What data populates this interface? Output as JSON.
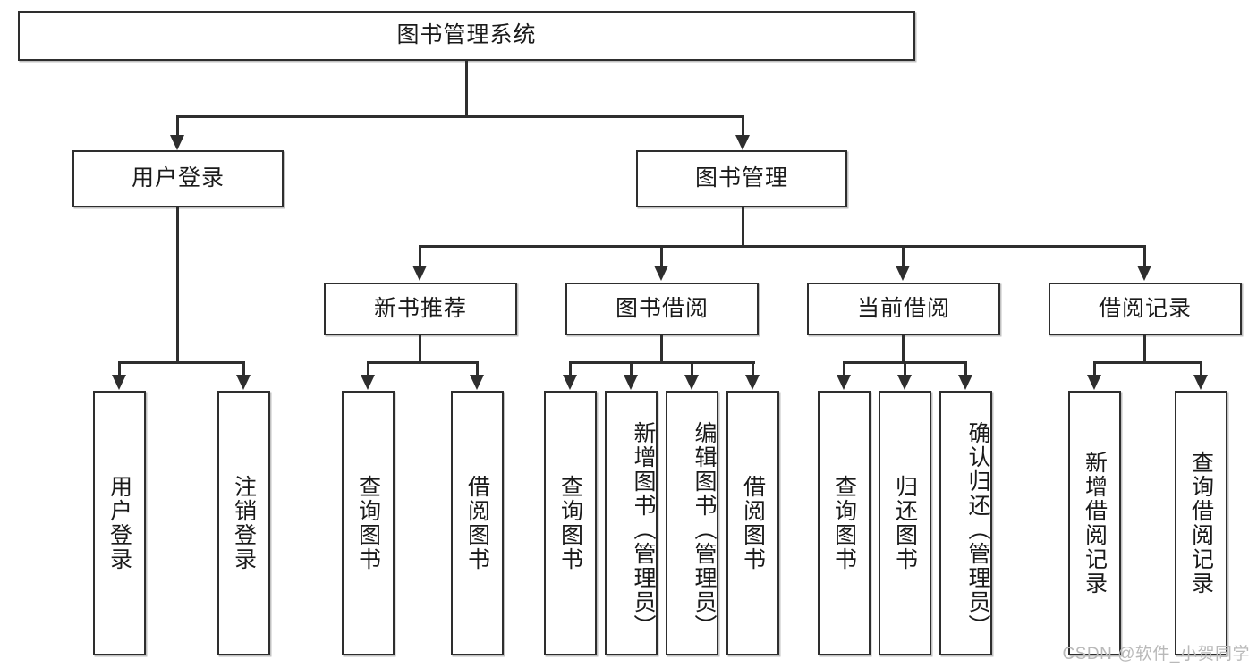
{
  "diagram": {
    "type": "tree-hierarchy",
    "title": "图书管理系统",
    "root": {
      "id": "root",
      "label": "图书管理系统",
      "orientation": "horizontal"
    },
    "level2": [
      {
        "id": "user-login",
        "label": "用户登录",
        "orientation": "horizontal"
      },
      {
        "id": "book-management",
        "label": "图书管理",
        "orientation": "horizontal"
      }
    ],
    "level3": [
      {
        "id": "new-book-recommend",
        "label": "新书推荐",
        "orientation": "horizontal",
        "parent": "book-management"
      },
      {
        "id": "book-borrow",
        "label": "图书借阅",
        "orientation": "horizontal",
        "parent": "book-management"
      },
      {
        "id": "current-borrow",
        "label": "当前借阅",
        "orientation": "horizontal",
        "parent": "book-management"
      },
      {
        "id": "borrow-record",
        "label": "借阅记录",
        "orientation": "horizontal",
        "parent": "book-management"
      }
    ],
    "leaves": [
      {
        "id": "leaf-user-login",
        "label": "用户登录",
        "orientation": "vertical",
        "parent": "user-login"
      },
      {
        "id": "leaf-user-logout",
        "label": "注销登录",
        "orientation": "vertical",
        "parent": "user-login"
      },
      {
        "id": "leaf-query-book-1",
        "label": "查询图书",
        "orientation": "vertical",
        "parent": "new-book-recommend"
      },
      {
        "id": "leaf-borrow-book-1",
        "label": "借阅图书",
        "orientation": "vertical",
        "parent": "new-book-recommend"
      },
      {
        "id": "leaf-query-book-2",
        "label": "查询图书",
        "orientation": "vertical",
        "parent": "book-borrow"
      },
      {
        "id": "leaf-add-book",
        "label": "新增图书（管理员）",
        "orientation": "vertical",
        "parent": "book-borrow"
      },
      {
        "id": "leaf-edit-book",
        "label": "编辑图书（管理员）",
        "orientation": "vertical",
        "parent": "book-borrow"
      },
      {
        "id": "leaf-borrow-book-2",
        "label": "借阅图书",
        "orientation": "vertical",
        "parent": "book-borrow"
      },
      {
        "id": "leaf-query-book-3",
        "label": "查询图书",
        "orientation": "vertical",
        "parent": "current-borrow"
      },
      {
        "id": "leaf-return-book",
        "label": "归还图书",
        "orientation": "vertical",
        "parent": "current-borrow"
      },
      {
        "id": "leaf-confirm-return",
        "label": "确认归还（管理员）",
        "orientation": "vertical",
        "parent": "current-borrow"
      },
      {
        "id": "leaf-add-record",
        "label": "新增借阅记录",
        "orientation": "vertical",
        "parent": "borrow-record"
      },
      {
        "id": "leaf-query-record",
        "label": "查询借阅记录",
        "orientation": "vertical",
        "parent": "borrow-record"
      }
    ],
    "watermark": "CSDN @软件_小贺同学",
    "colors": {
      "stroke": "#2e2e2e",
      "fill": "#ffffff",
      "text": "#1a1a1a",
      "watermark": "#b9b9b9"
    }
  }
}
